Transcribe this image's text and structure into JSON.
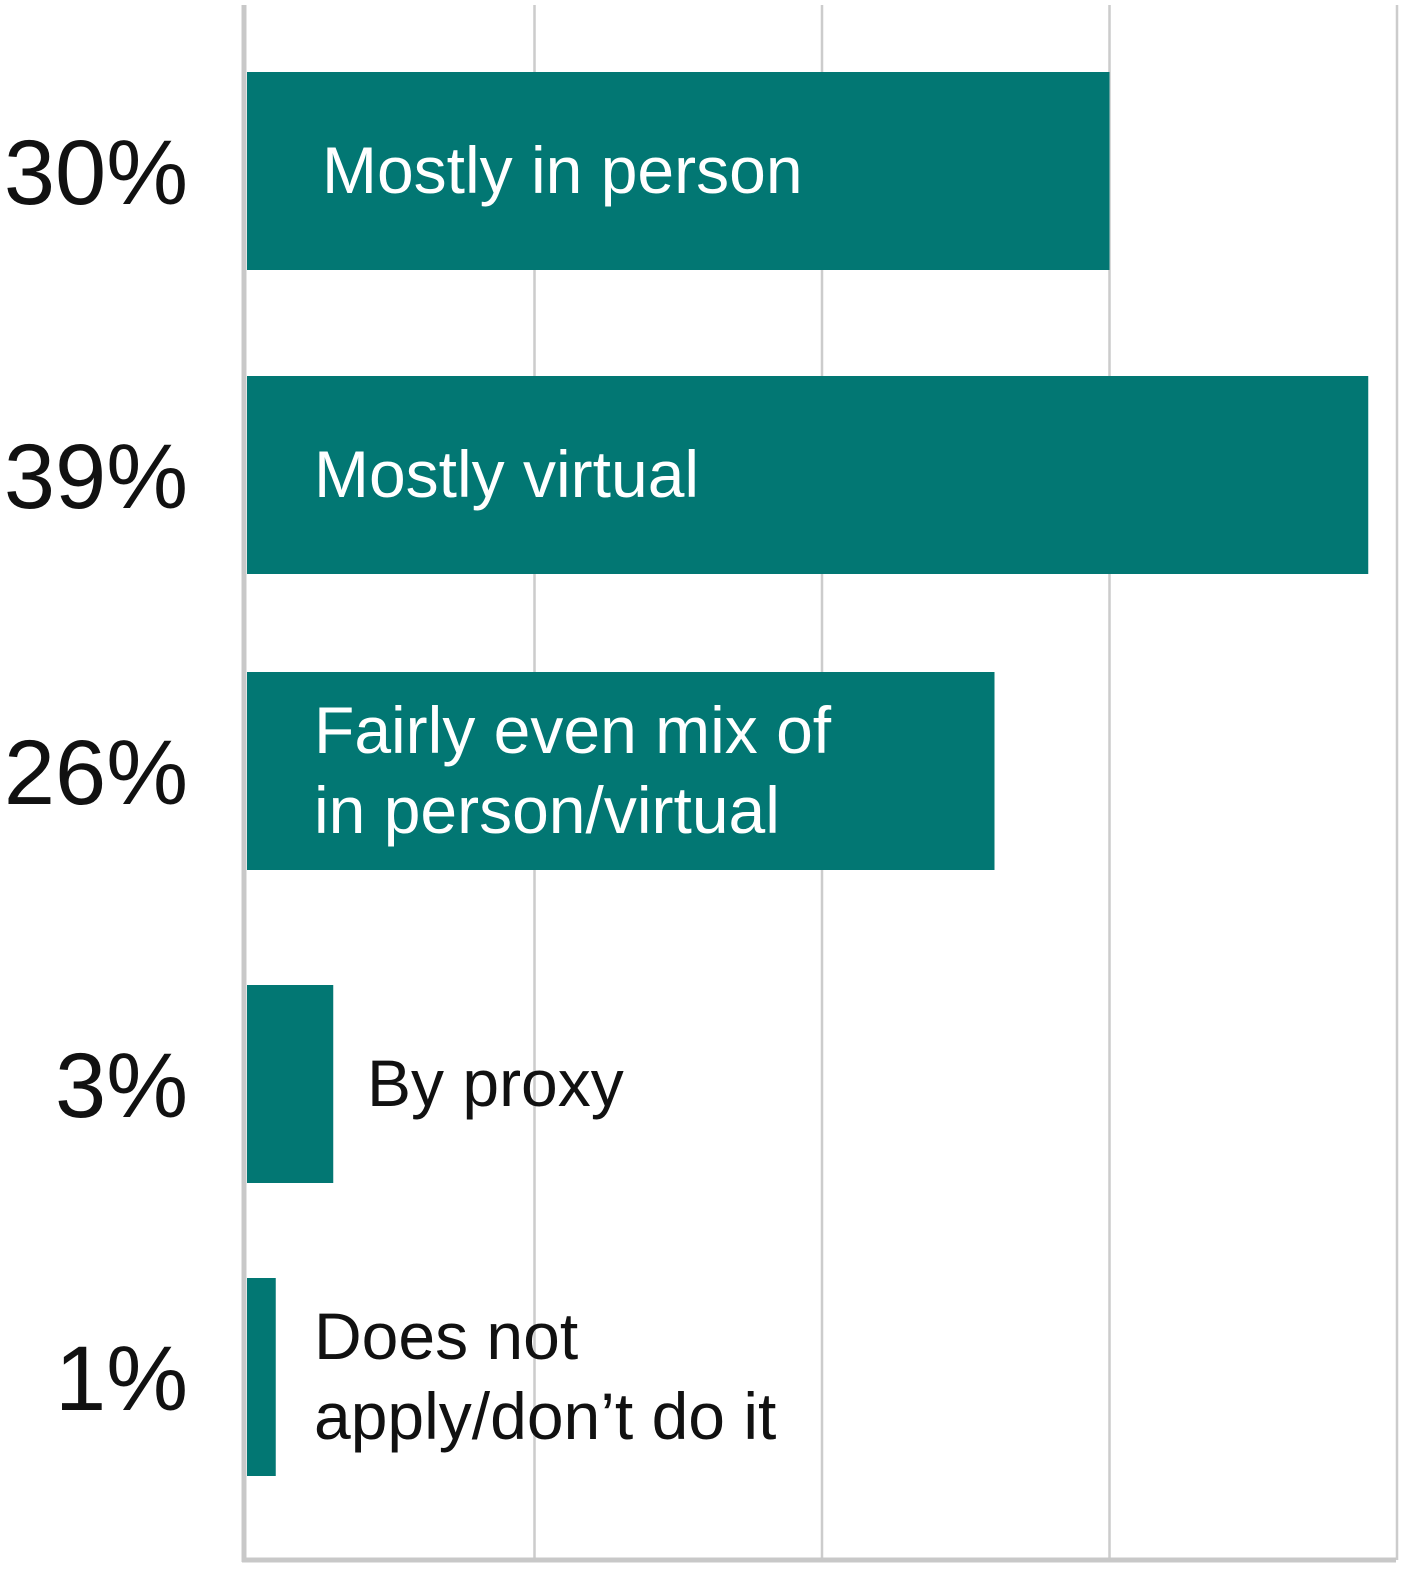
{
  "chart_data": {
    "type": "bar",
    "orientation": "horizontal",
    "categories": [
      "Mostly in person",
      "Mostly virtual",
      "Fairly even mix of in person/virtual",
      "By proxy",
      "Does not apply/don’t do it"
    ],
    "category_label_lines": [
      [
        "Mostly in person"
      ],
      [
        "Mostly virtual"
      ],
      [
        "Fairly even mix of",
        "in person/virtual"
      ],
      [
        "By proxy"
      ],
      [
        "Does not",
        "apply/don’t do it"
      ]
    ],
    "values": [
      30,
      39,
      26,
      3,
      1
    ],
    "value_labels": [
      "30%",
      "39%",
      "26%",
      "3%",
      "1%"
    ],
    "xlim": [
      0,
      40
    ],
    "gridlines": [
      0,
      10,
      20,
      30,
      40
    ],
    "grid": true,
    "legend": "none",
    "title": "",
    "xlabel": "",
    "ylabel": ""
  },
  "colors": {
    "bar": "#027773",
    "grid": "#cccccc",
    "axis": "#c8c8c8",
    "label_inside": "#ffffff",
    "label_outside": "#111111",
    "value_text": "#111111"
  }
}
